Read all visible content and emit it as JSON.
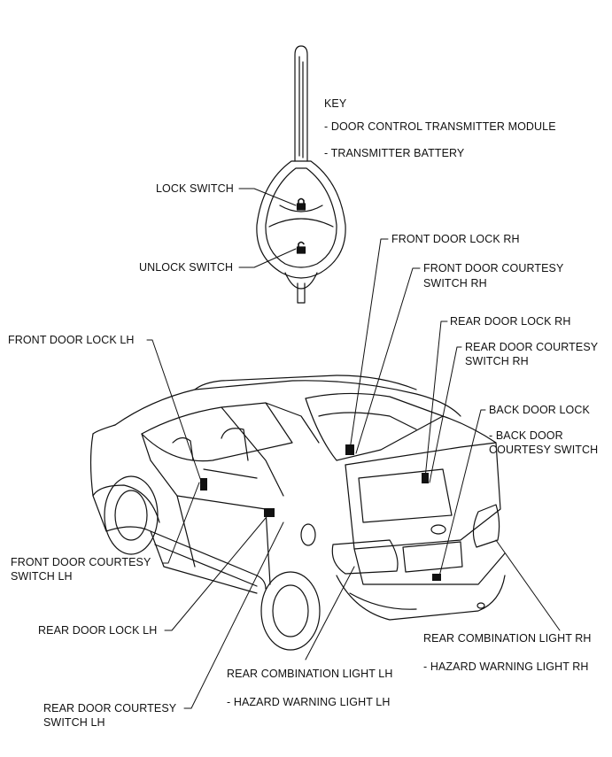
{
  "key_labels": {
    "key": "KEY",
    "module": "- DOOR CONTROL TRANSMITTER MODULE",
    "battery": "- TRANSMITTER BATTERY",
    "lock_switch": "LOCK SWITCH",
    "unlock_switch": "UNLOCK SWITCH"
  },
  "vehicle_labels": {
    "front_door_lock_rh": "FRONT DOOR LOCK RH",
    "front_door_courtesy_rh_1": "FRONT DOOR COURTESY",
    "front_door_courtesy_rh_2": "SWITCH RH",
    "rear_door_lock_rh": "REAR DOOR LOCK RH",
    "rear_door_courtesy_rh_1": "REAR DOOR COURTESY",
    "rear_door_courtesy_rh_2": "SWITCH RH",
    "back_door_lock": "BACK DOOR LOCK",
    "back_door_courtesy_1": "- BACK DOOR",
    "back_door_courtesy_2": "COURTESY SWITCH",
    "front_door_lock_lh": "FRONT DOOR LOCK LH",
    "front_door_courtesy_lh_1": "FRONT DOOR COURTESY",
    "front_door_courtesy_lh_2": "SWITCH LH",
    "rear_door_lock_lh": "REAR DOOR LOCK LH",
    "rear_door_courtesy_lh_1": "REAR DOOR COURTESY",
    "rear_door_courtesy_lh_2": "SWITCH LH",
    "rear_combination_lh": "REAR COMBINATION LIGHT LH",
    "hazard_lh": "- HAZARD WARNING LIGHT LH",
    "rear_combination_rh": "REAR COMBINATION LIGHT RH",
    "hazard_rh": "- HAZARD WARNING LIGHT RH"
  }
}
